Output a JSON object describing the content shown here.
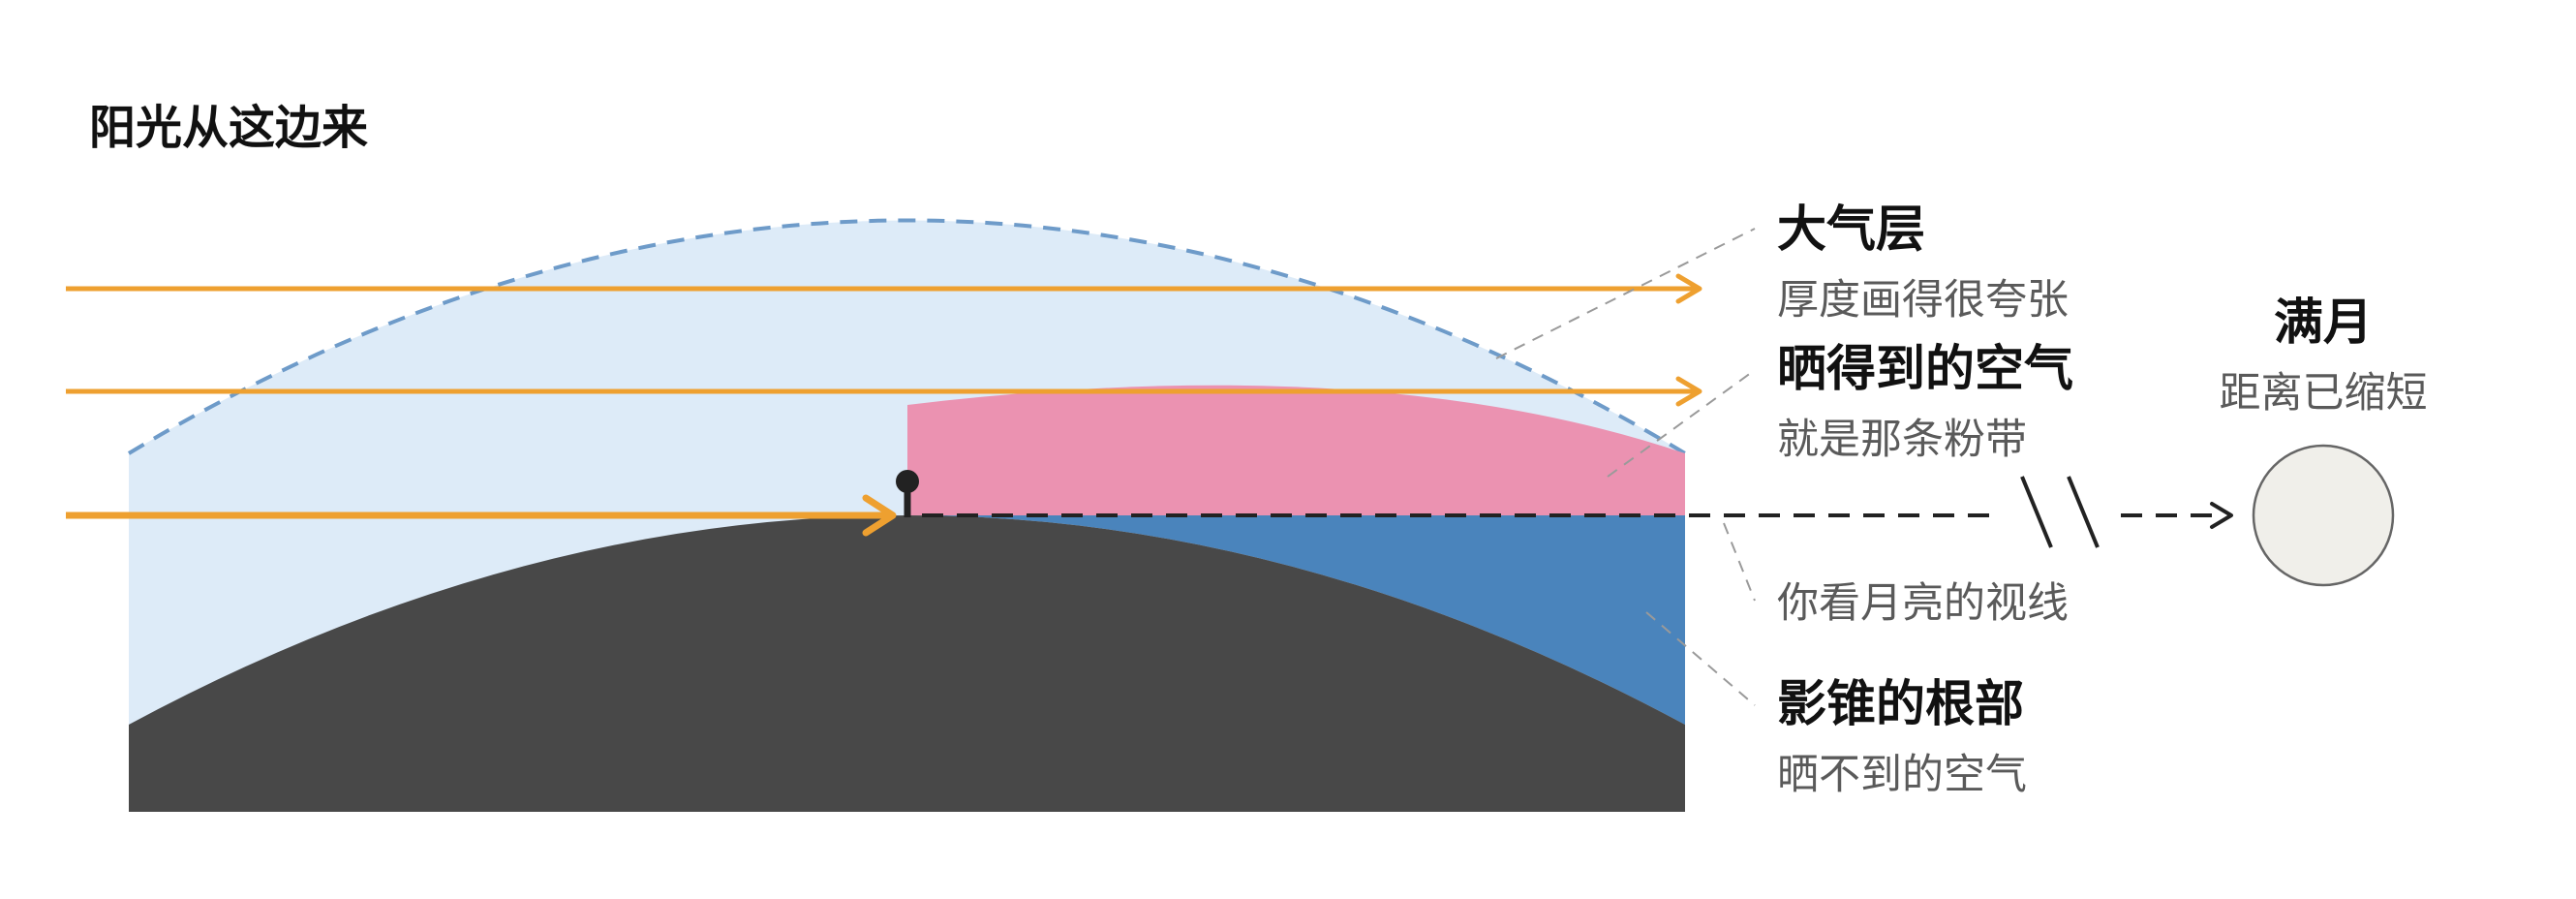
{
  "sunlight_label": "阳光从这边来",
  "labels": {
    "atmosphere": {
      "title": "大气层",
      "note": "厚度画得很夸张"
    },
    "sunlit_air": {
      "title": "晒得到的空气",
      "note": "就是那条粉带"
    },
    "sightline": {
      "note": "你看月亮的视线"
    },
    "umbra_base": {
      "title": "影锥的根部",
      "note": "晒不到的空气"
    }
  },
  "moon": {
    "title": "满月",
    "note": "距离已缩短"
  },
  "colors": {
    "atmosphere": "#ddebf8",
    "atmosphere_edge": "#6e9bc9",
    "sunlit_air": "#eb92b1",
    "umbra": "#4a84bc",
    "earth": "#484848",
    "sun_ray": "#eea030",
    "sightline": "#222222",
    "leader": "#9a9a9a",
    "moon_fill": "#f0efea",
    "moon_edge": "#666666"
  }
}
